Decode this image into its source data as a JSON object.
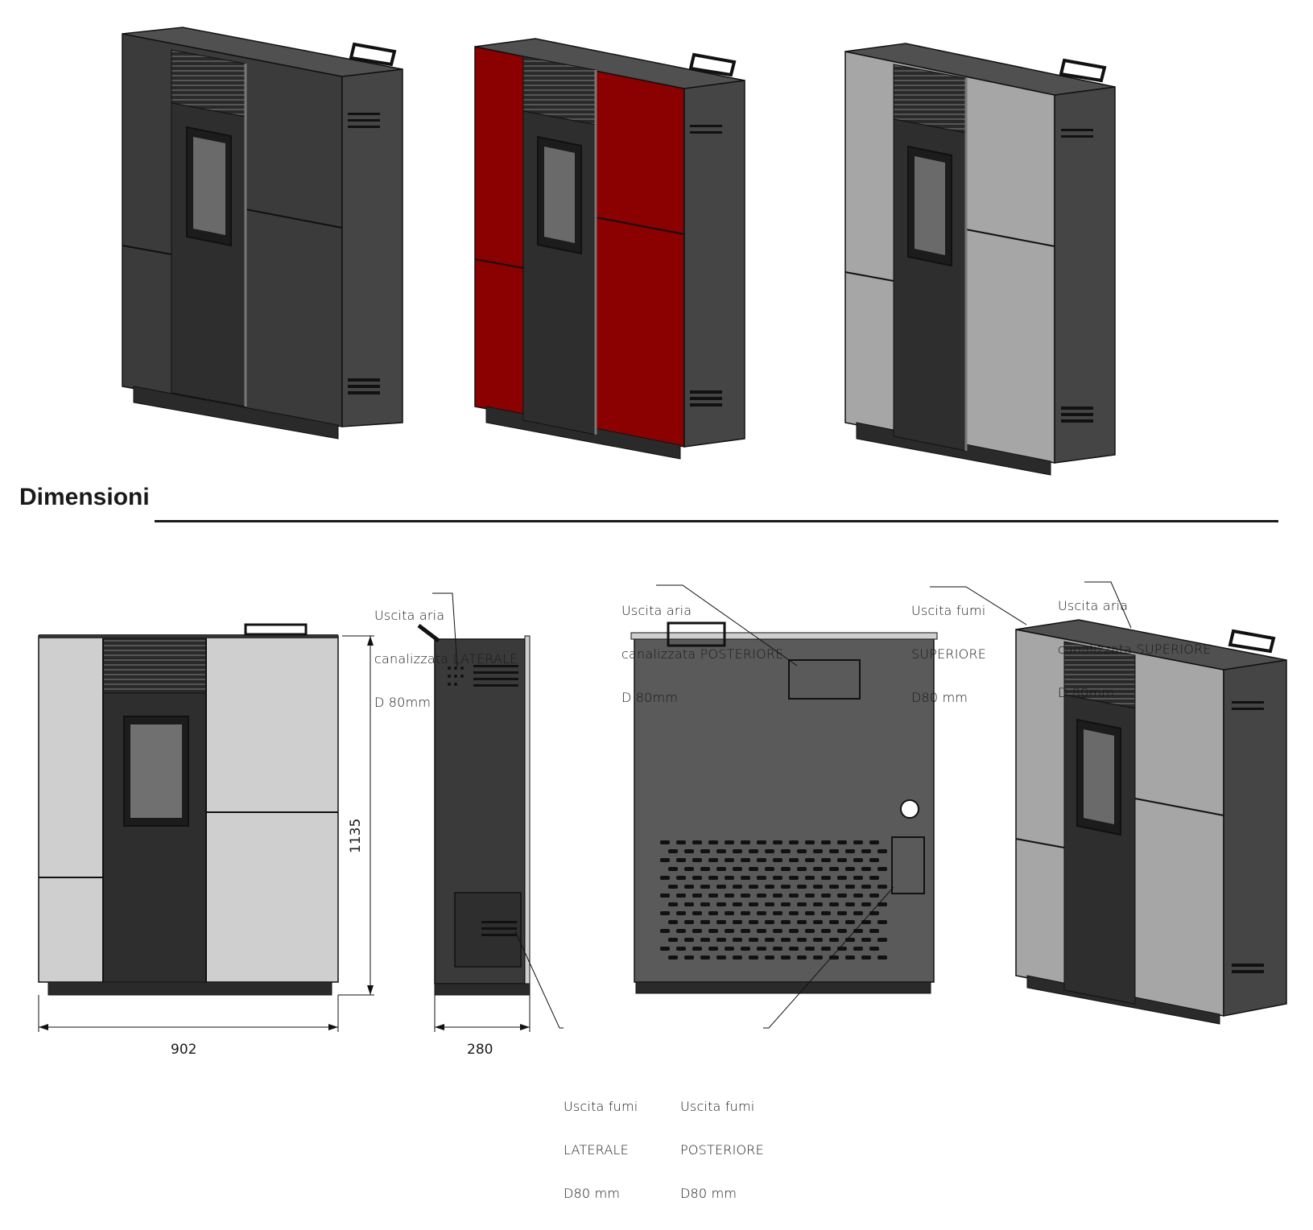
{
  "section_title": "Dimensioni",
  "dimensions": {
    "width": "902",
    "height": "1135",
    "depth": "280"
  },
  "callouts": {
    "aria_laterale": [
      "Uscita aria",
      "canalizzata LATERALE",
      "D 80mm"
    ],
    "aria_posteriore": [
      "Uscita aria",
      "canalizzata POSTERIORE",
      "D 80mm"
    ],
    "fumi_superiore": [
      "Uscita fumi",
      "SUPERIORE",
      "D80 mm"
    ],
    "aria_superiore": [
      "Uscita aria",
      "canalizzata SUPERIORE",
      "D 80mm"
    ],
    "fumi_laterale": [
      "Uscita fumi",
      "LATERALE",
      "D80 mm"
    ],
    "fumi_posteriore": [
      "Uscita fumi",
      "POSTERIORE",
      "D80 mm"
    ]
  },
  "colors": {
    "black_variant": "#3b3b3b",
    "red_variant": "#8b0000",
    "grey_variant": "#a6a6a6",
    "front_light_panel": "#cfcfcf",
    "body_dark": "#3a3a3a",
    "line": "#1a1a1a"
  },
  "variants": [
    "black",
    "red",
    "grey"
  ]
}
